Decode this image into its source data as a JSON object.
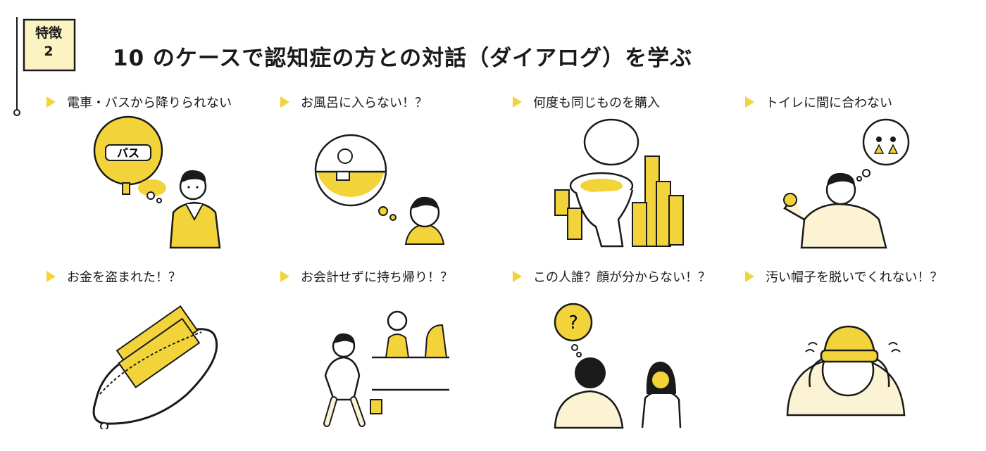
{
  "badge": {
    "line1": "特徴",
    "line2": "2"
  },
  "title": "10 のケースで認知症の方との対話（ダイアログ）を学ぶ",
  "accent": "#f2d33a",
  "soft": "#fbeea2",
  "skin": "#fbf3d4",
  "cases": [
    {
      "label": "電車・バスから降りられない",
      "icon": "bus-stop-man-icon"
    },
    {
      "label": "お風呂に入らない！？",
      "icon": "bath-refusal-icon"
    },
    {
      "label": "何度も同じものを購入",
      "icon": "toilet-paper-pile-icon"
    },
    {
      "label": "トイレに間に合わない",
      "icon": "toilet-urgency-icon"
    },
    {
      "label": "お金を盗まれた！？",
      "icon": "wallet-money-icon"
    },
    {
      "label": "お会計せずに持ち帰り！？",
      "icon": "shoplifting-icon"
    },
    {
      "label": "この人誰？顔が分からない！？",
      "icon": "face-recognition-icon"
    },
    {
      "label": "汚い帽子を脱いでくれない！？",
      "icon": "dirty-hat-icon"
    }
  ],
  "bus_sign": "バス"
}
